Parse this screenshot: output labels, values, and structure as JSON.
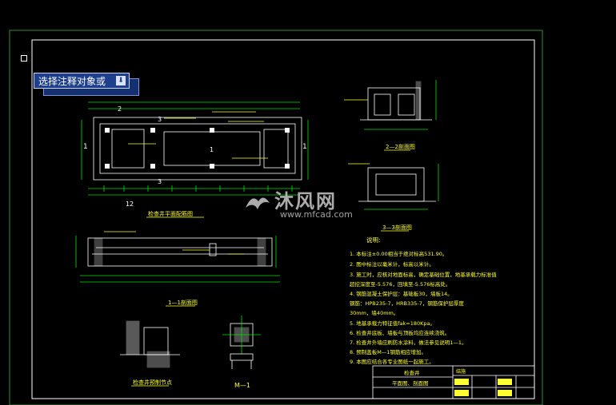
{
  "tooltip": {
    "label": "选择注释对象或"
  },
  "watermark": {
    "brand": "沐风网",
    "url": "www.mfcad.com"
  },
  "drawing": {
    "plan_title": "检查井平面配筋图",
    "section_11_title": "1—1剖面图",
    "section_22_title": "2—2剖面图",
    "section_33_title": "3—3剖面图",
    "detail_title": "检查井预制节点",
    "m_label": "M—1",
    "plan_marks": {
      "mark1": "1",
      "mark2": "1",
      "mark3": "2",
      "mark4": "3",
      "mark5": "1",
      "mark6": "2",
      "mark7": "3",
      "mark8": "1"
    }
  },
  "notes": {
    "heading": "说明:",
    "lines": [
      "1. 本标注±0.00相当于绝对标高531.90。",
      "2. 图中标注以毫米计，标高以米计。",
      "3. 施工时，应核对地面标高，确定基础位置，地基承载力标准值",
      "   超挖深度至-5.576，回填至-5.576标高处。",
      "4. 钢筋混凝土保护层：基础板30，墙板14。",
      "   钢筋：HPB235-7，HRB335-7，钢筋保护层厚度",
      "   30mm，墙40mm。",
      "5. 地基承载力特征值fak=180Kpa。",
      "6. 检查井底板、墙板与顶板均应连续浇筑。",
      "7. 检查井外墙应刷防水涂料，做法参见说明1—1。",
      "8. 预制盖板M—1钢筋相应增加。",
      "9. 本图应结合各专业图纸一起施工。"
    ]
  },
  "title_block": {
    "project": "检查井",
    "drawing_name": "平面图、剖面图",
    "sheet": "结施"
  },
  "colors": {
    "background": "#000000",
    "frame": "#ffffff",
    "outer_frame": "#2f8f2f",
    "lines": "#ffffff",
    "dims": "#00e000",
    "text": "#ffff33",
    "hatch": "#e0e0e0"
  }
}
